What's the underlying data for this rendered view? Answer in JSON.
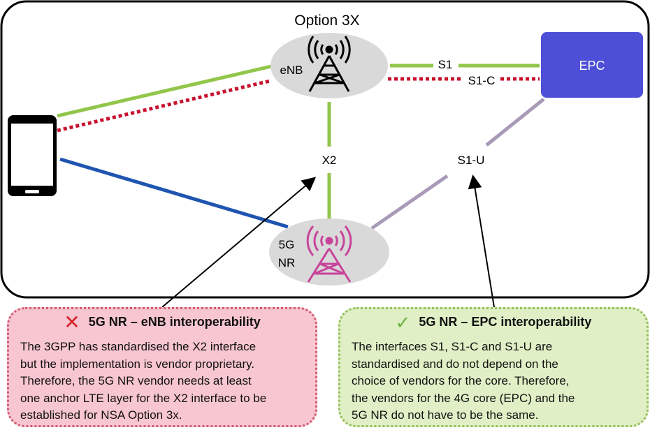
{
  "diagram": {
    "title": "Option 3X",
    "enb_label": "eNB",
    "nr_label_line1": "5G",
    "nr_label_line2": "NR",
    "epc_label": "EPC",
    "s1_label": "S1",
    "s1c_label": "S1-C",
    "x2_label": "X2",
    "s1u_label": "S1-U"
  },
  "colors": {
    "lte_link": "#92c64a",
    "control_link": "#c8102e",
    "nr_link": "#1f55b0",
    "s1u_link": "#a89ab8",
    "epc_fill": "#4d4fd6",
    "node_fill": "#d9d9d9",
    "nr_icon": "#c8449a"
  },
  "notes": {
    "left": {
      "icon": "cross-icon",
      "title": "5G NR – eNB interoperability",
      "lines": [
        "The 3GPP has standardised the X2 interface",
        "but the implementation is vendor proprietary.",
        "Therefore, the 5G NR vendor needs at least",
        "one anchor LTE layer for the X2 interface to be",
        "established for NSA Option 3x."
      ]
    },
    "right": {
      "icon": "check-icon",
      "title": "5G NR – EPC interoperability",
      "lines": [
        "The interfaces S1, S1-C and S1-U are",
        "standardised and do not depend on the",
        "choice of vendors for the core. Therefore,",
        "the vendors for the 4G core (EPC) and the",
        "5G NR do not have to be the same."
      ]
    }
  }
}
